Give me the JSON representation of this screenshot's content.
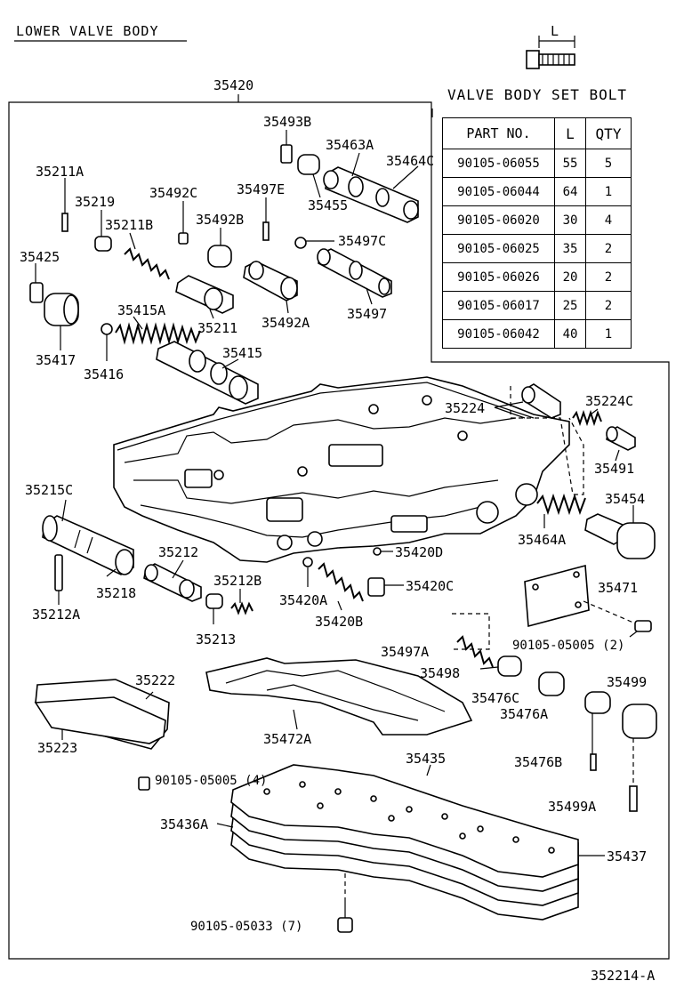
{
  "title": "LOWER VALVE BODY",
  "main_assembly": "35420",
  "bolt_dim_label": "L",
  "bolt_table": {
    "title": "VALVE BODY SET BOLT",
    "headers": [
      "PART NO.",
      "L",
      "QTY"
    ],
    "rows": [
      {
        "part": "90105-06055",
        "l": "55",
        "qty": "5"
      },
      {
        "part": "90105-06044",
        "l": "64",
        "qty": "1"
      },
      {
        "part": "90105-06020",
        "l": "30",
        "qty": "4"
      },
      {
        "part": "90105-06025",
        "l": "35",
        "qty": "2"
      },
      {
        "part": "90105-06026",
        "l": "20",
        "qty": "2"
      },
      {
        "part": "90105-06017",
        "l": "25",
        "qty": "2"
      },
      {
        "part": "90105-06042",
        "l": "40",
        "qty": "1"
      }
    ]
  },
  "labels": {
    "p35493B": "35493B",
    "p35463A": "35463A",
    "p35464C": "35464C",
    "p35455": "35455",
    "p35211A": "35211A",
    "p35219": "35219",
    "p35492C": "35492C",
    "p35497E": "35497E",
    "p35211B": "35211B",
    "p35492B": "35492B",
    "p35497C": "35497C",
    "p35425": "35425",
    "p35497": "35497",
    "p35211": "35211",
    "p35492A": "35492A",
    "p35415A": "35415A",
    "p35417": "35417",
    "p35416": "35416",
    "p35415": "35415",
    "p35224": "35224",
    "p35224C": "35224C",
    "p35491": "35491",
    "p35215C": "35215C",
    "p35454": "35454",
    "p35464A": "35464A",
    "p35212": "35212",
    "p35420D": "35420D",
    "p35218": "35218",
    "p35212B": "35212B",
    "p35420A": "35420A",
    "p35420C": "35420C",
    "p35471": "35471",
    "p35212A": "35212A",
    "p35213": "35213",
    "p35420B": "35420B",
    "p90105_05005_2": "90105-05005 (2)",
    "p35497A": "35497A",
    "p35222": "35222",
    "p35498": "35498",
    "p35499": "35499",
    "p35476C": "35476C",
    "p35476A": "35476A",
    "p35223": "35223",
    "p35472A": "35472A",
    "p35435": "35435",
    "p35476B": "35476B",
    "p90105_05005_4": "90105-05005 (4)",
    "p35499A": "35499A",
    "p35436A": "35436A",
    "p35437": "35437",
    "p90105_05033_7": "90105-05033 (7)",
    "figure_id": "352214-A"
  }
}
